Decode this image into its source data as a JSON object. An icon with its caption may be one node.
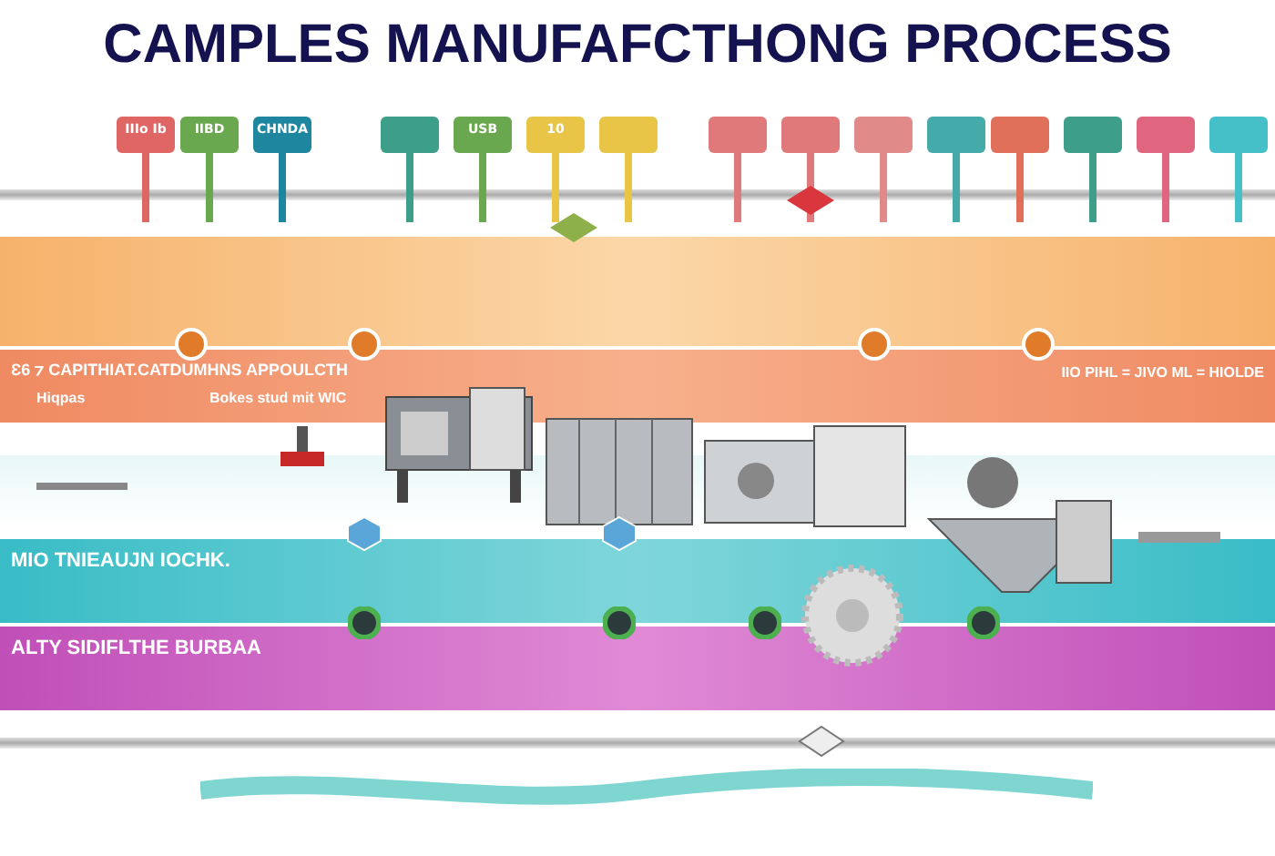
{
  "diagram": {
    "title": "CAMPLES MANUFAFCTHONG PROCESS",
    "labels": [
      "IIIo Ib",
      "IIBD",
      "CHNDA",
      "USB",
      "10",
      "Ɛ6 ⁊ CAPITHIAT.CATDUMHNS APPOULCTH",
      "Hiqpas",
      "Bokes stud mit WIC",
      "IIO PIHL = JIVO ML = HIOLDE",
      "MIO TNIEAUJN IOCHK.",
      "ALTY SIDIFLTHE BURBAA"
    ]
  }
}
